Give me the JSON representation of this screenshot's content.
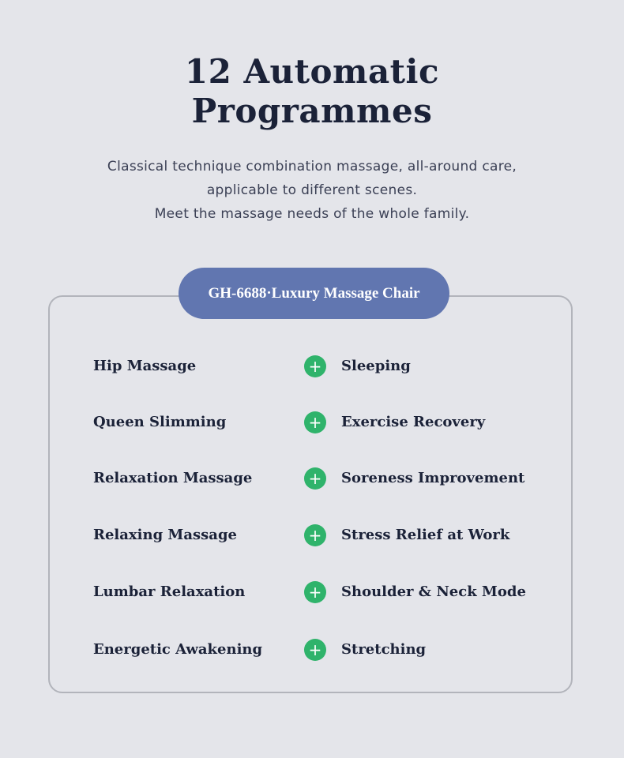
{
  "header": {
    "title_line1": "12 Automatic",
    "title_line2": "Programmes",
    "desc_line1": "Classical technique combination massage, all-around care,",
    "desc_line2": "applicable to different scenes.",
    "desc_line3": "Meet the massage needs of the whole family."
  },
  "panel": {
    "badge_label": "GH-6688·Luxury Massage Chair",
    "plus_symbol": "+",
    "rows": [
      {
        "left": "Hip Massage",
        "right": "Sleeping"
      },
      {
        "left": "Queen Slimming",
        "right": "Exercise Recovery"
      },
      {
        "left": "Relaxation Massage",
        "right": "Soreness Improvement"
      },
      {
        "left": "Relaxing Massage",
        "right": "Stress Relief at Work"
      },
      {
        "left": "Lumbar Relaxation",
        "right": "Shoulder & Neck Mode"
      },
      {
        "left": "Energetic Awakening",
        "right": "Stretching"
      }
    ]
  },
  "colors": {
    "background": "#e4e5ea",
    "badge": "#6176b0",
    "plus_icon": "#2fb36b",
    "text": "#1b2238"
  }
}
